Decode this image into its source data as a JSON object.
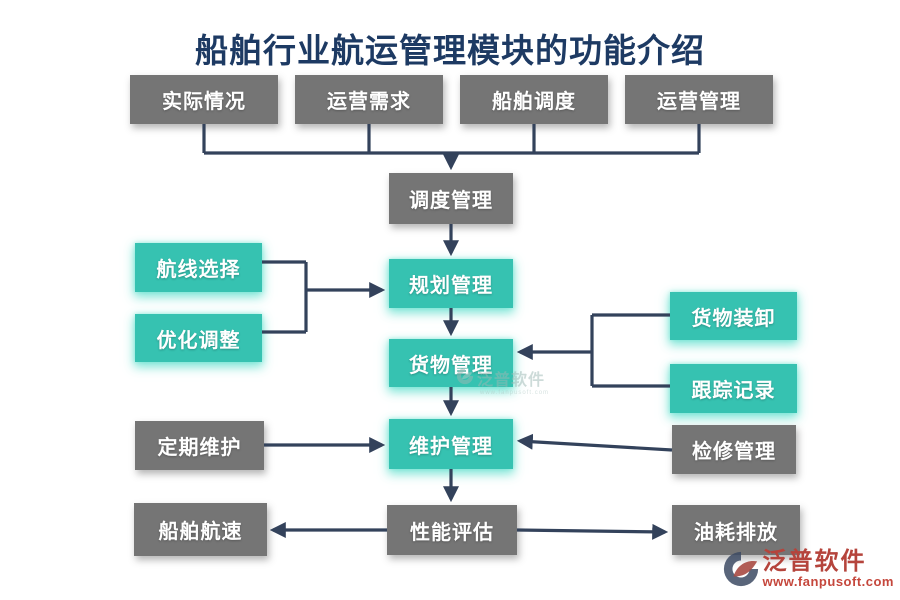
{
  "title": "船舶行业航运管理模块的功能介绍",
  "colors": {
    "teal": "#36c2b1",
    "gray": "#757575",
    "line": "#33425b",
    "title_navy": "#1d3a63",
    "logo_red": "#b5443c"
  },
  "nodes": {
    "actual_situation": "实际情况",
    "operation_demand": "运营需求",
    "ship_dispatch": "船舶调度",
    "operation_mgmt": "运营管理",
    "dispatch_mgmt": "调度管理",
    "planning_mgmt": "规划管理",
    "route_selection": "航线选择",
    "optimization_adjust": "优化调整",
    "cargo_mgmt": "货物管理",
    "cargo_loading": "货物装卸",
    "tracking_record": "跟踪记录",
    "maintenance_mgmt": "维护管理",
    "regular_maintenance": "定期维护",
    "overhaul_mgmt": "检修管理",
    "performance_eval": "性能评估",
    "ship_speed": "船舶航速",
    "fuel_emission": "油耗排放"
  },
  "edges": [
    {
      "from": "actual_situation",
      "to": "dispatch_mgmt"
    },
    {
      "from": "operation_demand",
      "to": "dispatch_mgmt"
    },
    {
      "from": "ship_dispatch",
      "to": "dispatch_mgmt"
    },
    {
      "from": "operation_mgmt",
      "to": "dispatch_mgmt"
    },
    {
      "from": "dispatch_mgmt",
      "to": "planning_mgmt"
    },
    {
      "from": "route_selection",
      "to": "planning_mgmt"
    },
    {
      "from": "optimization_adjust",
      "to": "planning_mgmt"
    },
    {
      "from": "planning_mgmt",
      "to": "cargo_mgmt"
    },
    {
      "from": "cargo_loading",
      "to": "cargo_mgmt"
    },
    {
      "from": "tracking_record",
      "to": "cargo_mgmt"
    },
    {
      "from": "cargo_mgmt",
      "to": "maintenance_mgmt"
    },
    {
      "from": "regular_maintenance",
      "to": "maintenance_mgmt"
    },
    {
      "from": "overhaul_mgmt",
      "to": "maintenance_mgmt"
    },
    {
      "from": "maintenance_mgmt",
      "to": "performance_eval"
    },
    {
      "from": "performance_eval",
      "to": "ship_speed"
    },
    {
      "from": "performance_eval",
      "to": "fuel_emission"
    }
  ],
  "watermark": {
    "brand": "泛普软件",
    "url": "www.fanpusoft.com"
  },
  "footer_logo": {
    "brand": "泛普软件",
    "url": "www.fanpusoft.com"
  }
}
